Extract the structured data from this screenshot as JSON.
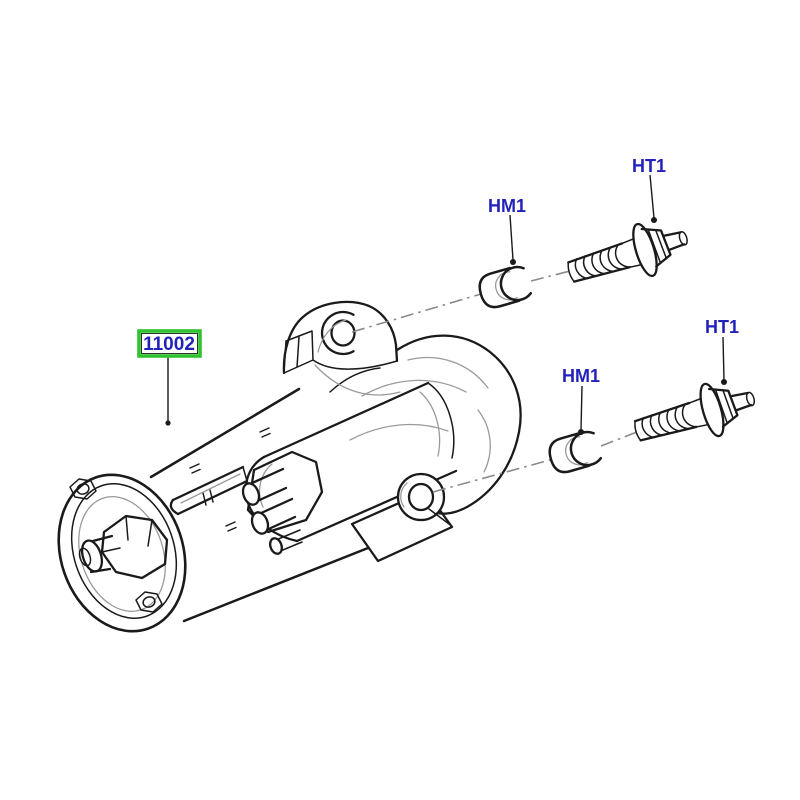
{
  "figure": {
    "background_color": "#ffffff",
    "line_color": "#1a1a1a",
    "detail_line_color": "#9a9a9a",
    "centerline_color": "#8a8a8a"
  },
  "callouts": {
    "label_text_color": "#2222bb",
    "part_number": {
      "label": "11002",
      "box_border_color": "#2fc42f",
      "box_inner_line_color": "#1a1a1a"
    },
    "hm1_upper": {
      "label": "HM1"
    },
    "ht1_upper": {
      "label": "HT1"
    },
    "hm1_lower": {
      "label": "HM1"
    },
    "ht1_lower": {
      "label": "HT1"
    }
  }
}
